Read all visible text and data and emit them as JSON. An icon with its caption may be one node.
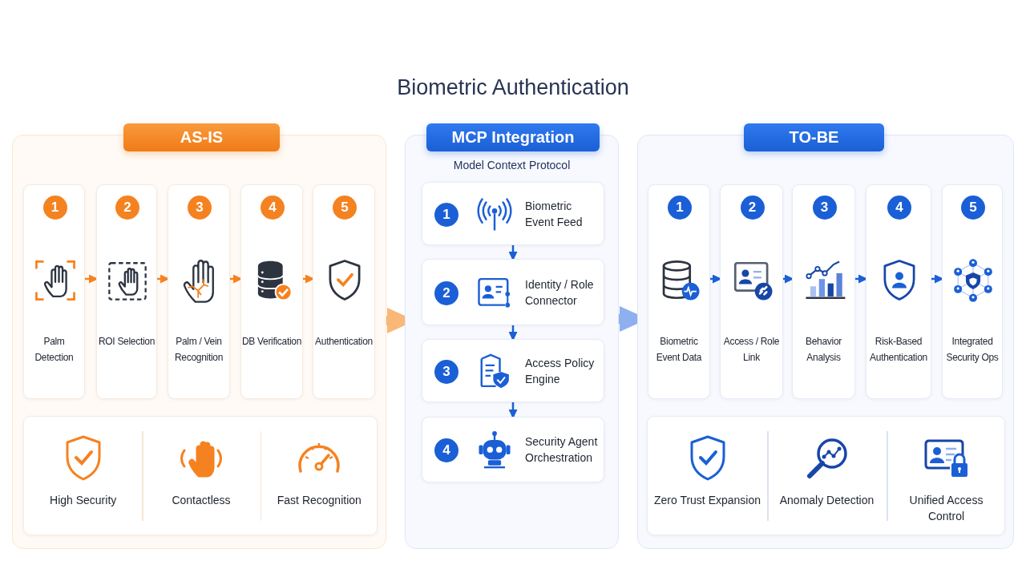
{
  "diagram": {
    "title": "Biometric Authentication",
    "nodes": [
      {
        "text": [
          "AS-IS"
        ]
      },
      {
        "text": [
          "1",
          "Palm Detection"
        ],
        "in": 0
      },
      {
        "text": [
          "2",
          "ROI Selection"
        ],
        "in": 0
      },
      {
        "text": [
          "3",
          "Palm / Vein Recognition"
        ],
        "in": 0
      },
      {
        "text": [
          "4",
          "DB Verification"
        ],
        "in": 0
      },
      {
        "text": [
          "5",
          "Authentication"
        ],
        "in": 0
      },
      {
        "text": [
          "High Security",
          "Contactless",
          "Fast Recognition"
        ],
        "in": 0
      },
      {
        "text": [
          "MCP Integration",
          "Model Context Protocol"
        ]
      },
      {
        "text": [
          "1",
          "Biometric Event Feed"
        ],
        "in": 7
      },
      {
        "text": [
          "2",
          "Identity / Role Connector"
        ],
        "in": 7
      },
      {
        "text": [
          "3",
          "Access Policy Engine"
        ],
        "in": 7
      },
      {
        "text": [
          "4",
          "Security Agent Orchestration"
        ],
        "in": 7
      },
      {
        "text": [
          "TO-BE"
        ]
      },
      {
        "text": [
          "1",
          "Biometric Event Data"
        ],
        "in": 12
      },
      {
        "text": [
          "2",
          "Access / Role Link"
        ],
        "in": 12
      },
      {
        "text": [
          "3",
          "Behavior Analysis"
        ],
        "in": 12
      },
      {
        "text": [
          "4",
          "Risk-Based Authentication"
        ],
        "in": 12
      },
      {
        "text": [
          "5",
          "Integrated Security Ops"
        ],
        "in": 12
      },
      {
        "text": [
          "Zero Trust Expansion",
          "Anomaly Detection",
          "Unified Access Control"
        ],
        "in": 12
      }
    ],
    "edges": [
      {
        "from": 1,
        "to": 2,
        "arrow": "to",
        "color": "#f58220"
      },
      {
        "from": 2,
        "to": 3,
        "arrow": "to",
        "color": "#f58220"
      },
      {
        "from": 3,
        "to": 4,
        "arrow": "to",
        "color": "#f58220"
      },
      {
        "from": 4,
        "to": 5,
        "arrow": "to",
        "color": "#f58220"
      },
      {
        "from": 0,
        "to": 7,
        "arrow": "to",
        "style": "thick",
        "color": "#f9b877"
      },
      {
        "from": 8,
        "to": 9,
        "arrow": "to"
      },
      {
        "from": 9,
        "to": 10,
        "arrow": "to"
      },
      {
        "from": 10,
        "to": 11,
        "arrow": "to"
      },
      {
        "from": 7,
        "to": 12,
        "arrow": "to",
        "style": "thick",
        "color": "#8fb0ef"
      },
      {
        "from": 13,
        "to": 14,
        "arrow": "to"
      },
      {
        "from": 14,
        "to": 15,
        "arrow": "to"
      },
      {
        "from": 15,
        "to": 16,
        "arrow": "to"
      },
      {
        "from": 16,
        "to": 17,
        "arrow": "to"
      }
    ]
  }
}
